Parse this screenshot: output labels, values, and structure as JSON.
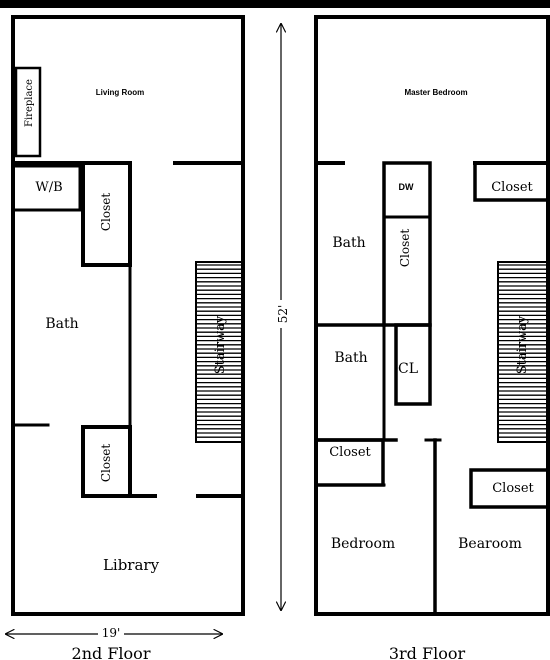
{
  "floor2": {
    "caption": "2nd Floor",
    "rooms": {
      "living_room": "Living Room",
      "fireplace": "Fireplace",
      "wb": "W/B",
      "closet_upper": "Closet",
      "bath": "Bath",
      "stairway": "Stairway",
      "closet_lower": "Closet",
      "library": "Library"
    },
    "width_dim": "19'"
  },
  "floor3": {
    "caption": "3rd Floor",
    "rooms": {
      "master_bedroom": "Master Bedroom",
      "dw": "DW",
      "closet_top_right": "Closet",
      "bath_upper": "Bath",
      "closet_vertical": "Closet",
      "stairway": "Stairway",
      "bath_lower": "Bath",
      "cl": "CL",
      "closet_left": "Closet",
      "closet_right": "Closet",
      "bedroom_left": "Bedroom",
      "bedroom_right": "Bearoom"
    }
  },
  "height_dim": "52'"
}
